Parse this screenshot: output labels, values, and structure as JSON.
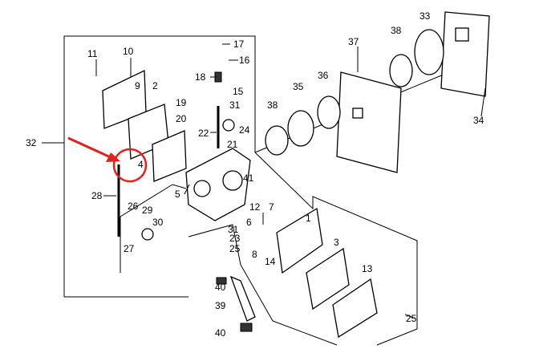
{
  "title": "Carburetor parts diagram",
  "highlight": {
    "part": "4",
    "color": "#e8201c"
  },
  "labels": {
    "p17": "17",
    "p16": "16",
    "p18": "18",
    "p15": "15",
    "p19": "19",
    "p31a": "31",
    "p20": "20",
    "p22": "22",
    "p24": "24",
    "p21": "21",
    "p11": "11",
    "p10": "10",
    "p9": "9",
    "p2": "2",
    "p4": "4",
    "p32": "32",
    "p28": "28",
    "p26": "26",
    "p29": "29",
    "p30": "30",
    "p27": "27",
    "p5": "5",
    "p41": "41",
    "p12": "12",
    "p6": "6",
    "p7": "7",
    "p31b": "31",
    "p23": "23",
    "p25a": "25",
    "p8": "8",
    "p14": "14",
    "p40a": "40",
    "p39": "39",
    "p40b": "40",
    "p25b": "25",
    "p1": "1",
    "p3": "3",
    "p13": "13",
    "p37": "37",
    "p38a": "38",
    "p33": "33",
    "p36": "36",
    "p35": "35",
    "p38b": "38",
    "p34": "34"
  }
}
